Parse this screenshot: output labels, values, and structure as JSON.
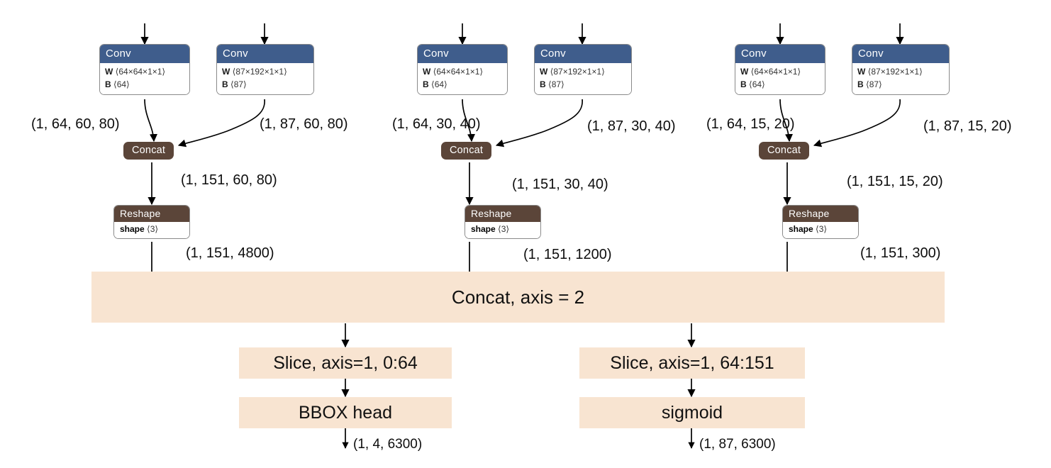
{
  "diagram": {
    "title": "ONNX detection head graph",
    "colors": {
      "conv_header": "#3f5d8c",
      "node_brown": "#5b4539",
      "peach": "#f8e4d1",
      "background": "#ffffff",
      "edge": "#000000"
    },
    "branches": [
      {
        "id": "p3",
        "conv_left": {
          "title": "Conv",
          "params": [
            {
              "name": "W",
              "value": "⟨64×64×1×1⟩"
            },
            {
              "name": "B",
              "value": "⟨64⟩"
            }
          ],
          "output_label": "(1, 64, 60, 80)"
        },
        "conv_right": {
          "title": "Conv",
          "params": [
            {
              "name": "W",
              "value": "⟨87×192×1×1⟩"
            },
            {
              "name": "B",
              "value": "⟨87⟩"
            }
          ],
          "output_label": "(1, 87, 60, 80)"
        },
        "concat": {
          "label": "Concat",
          "output_label": "(1, 151, 60, 80)"
        },
        "reshape": {
          "title": "Reshape",
          "params": [
            {
              "name": "shape",
              "value": "⟨3⟩"
            }
          ],
          "output_label": "(1, 151, 4800)"
        }
      },
      {
        "id": "p4",
        "conv_left": {
          "title": "Conv",
          "params": [
            {
              "name": "W",
              "value": "⟨64×64×1×1⟩"
            },
            {
              "name": "B",
              "value": "⟨64⟩"
            }
          ],
          "output_label": "(1, 64, 30, 40)"
        },
        "conv_right": {
          "title": "Conv",
          "params": [
            {
              "name": "W",
              "value": "⟨87×192×1×1⟩"
            },
            {
              "name": "B",
              "value": "⟨87⟩"
            }
          ],
          "output_label": "(1, 87, 30, 40)"
        },
        "concat": {
          "label": "Concat",
          "output_label": "(1, 151, 30, 40)"
        },
        "reshape": {
          "title": "Reshape",
          "params": [
            {
              "name": "shape",
              "value": "⟨3⟩"
            }
          ],
          "output_label": "(1, 151, 1200)"
        }
      },
      {
        "id": "p5",
        "conv_left": {
          "title": "Conv",
          "params": [
            {
              "name": "W",
              "value": "⟨64×64×1×1⟩"
            },
            {
              "name": "B",
              "value": "⟨64⟩"
            }
          ],
          "output_label": "(1, 64, 15, 20)"
        },
        "conv_right": {
          "title": "Conv",
          "params": [
            {
              "name": "W",
              "value": "⟨87×192×1×1⟩"
            },
            {
              "name": "B",
              "value": "⟨87⟩"
            }
          ],
          "output_label": "(1, 87, 15, 20)"
        },
        "concat": {
          "label": "Concat",
          "output_label": "(1, 151, 15, 20)"
        },
        "reshape": {
          "title": "Reshape",
          "params": [
            {
              "name": "shape",
              "value": "⟨3⟩"
            }
          ],
          "output_label": "(1, 151, 300)"
        }
      }
    ],
    "concat_bar": {
      "label": "Concat, axis = 2"
    },
    "left_branch": {
      "slice": {
        "label": "Slice, axis=1, 0:64"
      },
      "head": {
        "label": "BBOX head"
      },
      "output_label": "(1, 4, 6300)"
    },
    "right_branch": {
      "slice": {
        "label": "Slice, axis=1, 64:151"
      },
      "head": {
        "label": "sigmoid"
      },
      "output_label": "(1, 87, 6300)"
    }
  }
}
